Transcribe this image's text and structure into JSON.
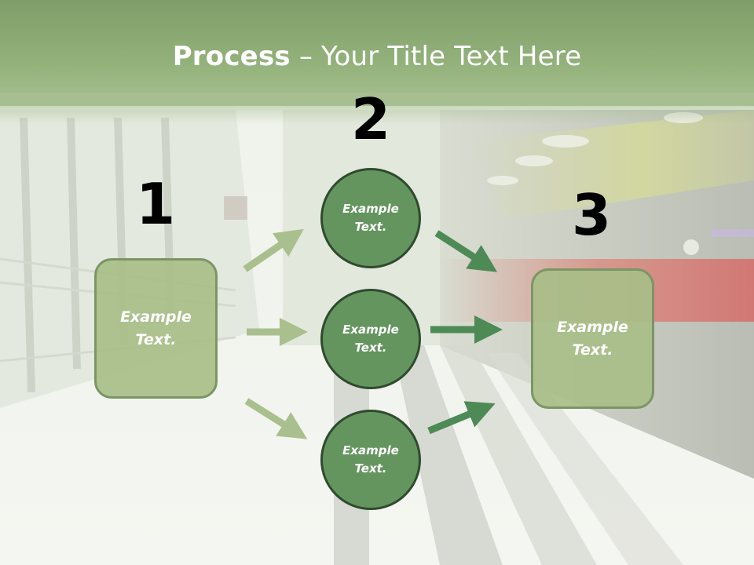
{
  "title": {
    "bold": "Process",
    "rest": " – Your Title Text Here"
  },
  "steps": [
    {
      "number": "1",
      "text_line1": "Example",
      "text_line2": "Text."
    },
    {
      "number": "2"
    },
    {
      "number": "3",
      "text_line1": "Example",
      "text_line2": "Text."
    }
  ],
  "circles": [
    {
      "text_line1": "Example",
      "text_line2": "Text."
    },
    {
      "text_line1": "Example",
      "text_line2": "Text."
    },
    {
      "text_line1": "Example",
      "text_line2": "Text."
    }
  ],
  "colors": {
    "header": "#93b27b",
    "box_fill": "#a8be88",
    "box_border": "#7c9566",
    "circle_fill": "#64955f",
    "circle_border": "#2f4a2e",
    "left_arrow": "#a9bf8e",
    "right_arrow": "#4e8a55"
  }
}
